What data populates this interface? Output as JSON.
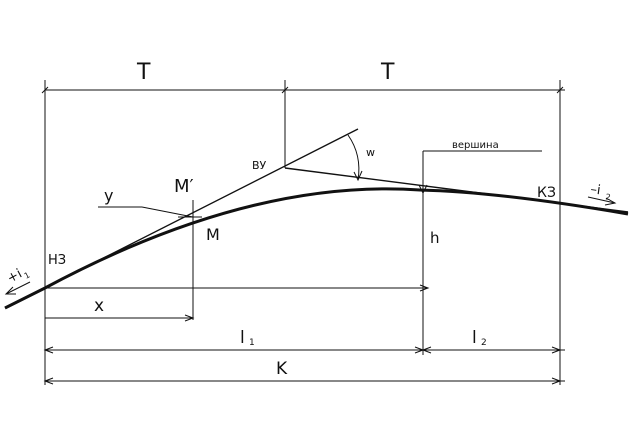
{
  "labels": {
    "T_left": "T",
    "T_right": "T",
    "vu": "ВУ",
    "w": "w",
    "vershina": "вершина",
    "M_prime": "M′",
    "M": "M",
    "y": "у",
    "NZ": "НЗ",
    "KZ": "КЗ",
    "h": "h",
    "x": "x",
    "l1": "l",
    "l1_sub": "1",
    "l2": "l",
    "l2_sub": "2",
    "K": "K",
    "i1_sign": "+i",
    "i1_sub": "1",
    "i2_sign": "–i",
    "i2_sub": "2"
  }
}
